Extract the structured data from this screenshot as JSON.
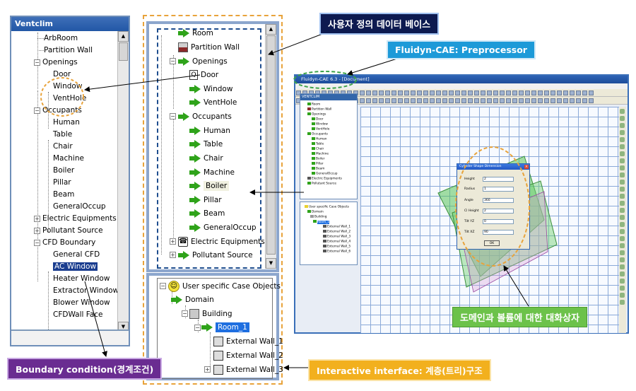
{
  "left_panel": {
    "title": "Ventclim",
    "items": [
      {
        "label": "ArbRoom"
      },
      {
        "label": "Partition Wall"
      },
      {
        "label": "Openings"
      },
      {
        "label": "Door"
      },
      {
        "label": "Window"
      },
      {
        "label": "VentHole"
      },
      {
        "label": "Occupants"
      },
      {
        "label": "Human"
      },
      {
        "label": "Table"
      },
      {
        "label": "Chair"
      },
      {
        "label": "Machine"
      },
      {
        "label": "Boiler"
      },
      {
        "label": "Pillar"
      },
      {
        "label": "Beam"
      },
      {
        "label": "GeneralOccup"
      },
      {
        "label": "Electric Equipments"
      },
      {
        "label": "Pollutant Source"
      },
      {
        "label": "CFD Boundary"
      },
      {
        "label": "General CFD"
      },
      {
        "label": "AC Window"
      },
      {
        "label": "Heater Window"
      },
      {
        "label": "Extractor Window"
      },
      {
        "label": "Blower Window"
      },
      {
        "label": "CFDWall Face"
      }
    ]
  },
  "mid_top": {
    "items": [
      {
        "label": "Room"
      },
      {
        "label": "Partition Wall"
      },
      {
        "label": "Openings"
      },
      {
        "label": "Door"
      },
      {
        "label": "Window"
      },
      {
        "label": "VentHole"
      },
      {
        "label": "Occupants"
      },
      {
        "label": "Human"
      },
      {
        "label": "Table"
      },
      {
        "label": "Chair"
      },
      {
        "label": "Machine"
      },
      {
        "label": "Boiler"
      },
      {
        "label": "Pillar"
      },
      {
        "label": "Beam"
      },
      {
        "label": "GeneralOccup"
      },
      {
        "label": "Electric Equipments"
      },
      {
        "label": "Pollutant Source"
      }
    ]
  },
  "mid_bottom": {
    "items": [
      {
        "label": "User specific Case Objects"
      },
      {
        "label": "Domain"
      },
      {
        "label": "Building"
      },
      {
        "label": "Room_1"
      },
      {
        "label": "External Wall_1"
      },
      {
        "label": "External Wall_2"
      },
      {
        "label": "External Wall_3"
      }
    ]
  },
  "fluidyn": {
    "title": "Fluidyn-CAE 6.3 - [Document]",
    "tree_title": "VENTCLIM",
    "tree_items": [
      "Room",
      "Partition Wall",
      "Openings",
      "Door",
      "Window",
      "VentHole",
      "Occupants",
      "Human",
      "Table",
      "Chair",
      "Machine",
      "Boiler",
      "Pillar",
      "Beam",
      "GeneralOccup",
      "Electric Equipments",
      "Pollutant Source"
    ],
    "tree2_items": [
      "User specific Case Objects",
      "Domain",
      "Building",
      "Room_1",
      "External Wall_1",
      "External Wall_2",
      "External Wall_3",
      "External Wall_4",
      "External Wall_5",
      "External Wall_6"
    ],
    "dialog": {
      "title": "Cylinder Shape Dimension",
      "fields": [
        {
          "label": "Height",
          "value": "2"
        },
        {
          "label": "Radius",
          "value": "1"
        },
        {
          "label": "Angle",
          "value": "360"
        },
        {
          "label": "Cl Height",
          "value": "2"
        },
        {
          "label": "Tilt YZ",
          "value": "0"
        },
        {
          "label": "Tilt XZ",
          "value": "90"
        }
      ],
      "ok": "OK"
    }
  },
  "callouts": {
    "db": "사용자 정의 데이터 베이스",
    "pre": "Fluidyn-CAE: Preprocessor",
    "domain": "도메인과 볼륨에 대한 대화상자",
    "boundary": "Boundary condition(경계조건)",
    "interactive": "Interactive interface: 계층(트리)구조"
  },
  "colors": {
    "tree_arrow": "#2fa31a",
    "selection": "#1a3d8f",
    "room_selection": "#1f6fe0",
    "dashed_orange": "#e8a33b",
    "grid": "#8aa9d8"
  }
}
